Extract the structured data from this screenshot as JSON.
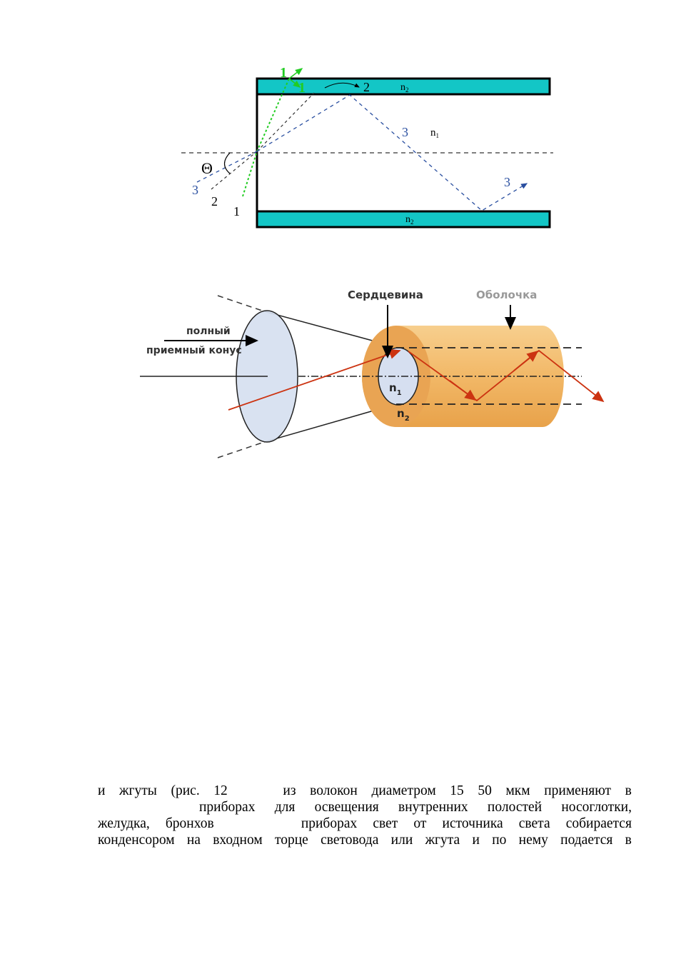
{
  "figure1": {
    "labels": {
      "ray1_refracted": "1",
      "ray1_reflected": "1",
      "ray2_reflected": "2",
      "cladding_top": "n2",
      "ray3_mid": "3",
      "core": "n1",
      "ray3_exit": "3",
      "theta": "Θ",
      "ray3_in": "3",
      "ray2_in": "2",
      "ray1_in": "1",
      "cladding_bottom": "n2"
    },
    "colors": {
      "cladding": "#13c6c6",
      "ray1": "#22cc22",
      "ray3": "#2a4fa0"
    }
  },
  "figure2": {
    "labels": {
      "core_title": "Сердцевина",
      "cladding_title": "Оболочка",
      "cone_line1": "полный",
      "cone_line2": "приемный конус",
      "n1": "n1",
      "n2": "n2"
    },
    "colors": {
      "ray": "#cc3311",
      "cladding": "#f0b35a",
      "cone": "#d6dff0"
    }
  },
  "text": {
    "lines": [
      [
        "и",
        "жгуты",
        "(рис.",
        "12",
        "из",
        "волокон",
        "диаметром",
        "15",
        "50",
        "мкм",
        "применяют",
        "в"
      ],
      [
        "приборах",
        "для",
        "освещения",
        "внутренних",
        "полостей",
        "носоглотки,"
      ],
      [
        "желудка,",
        "бронхов",
        "приборах",
        "свет",
        "от",
        "источника",
        "света",
        "собирается"
      ],
      [
        "конденсором",
        "на",
        "входном",
        "торце",
        "световода",
        "или",
        "жгута",
        "и",
        "по",
        "нему",
        "подается",
        "в"
      ]
    ]
  }
}
